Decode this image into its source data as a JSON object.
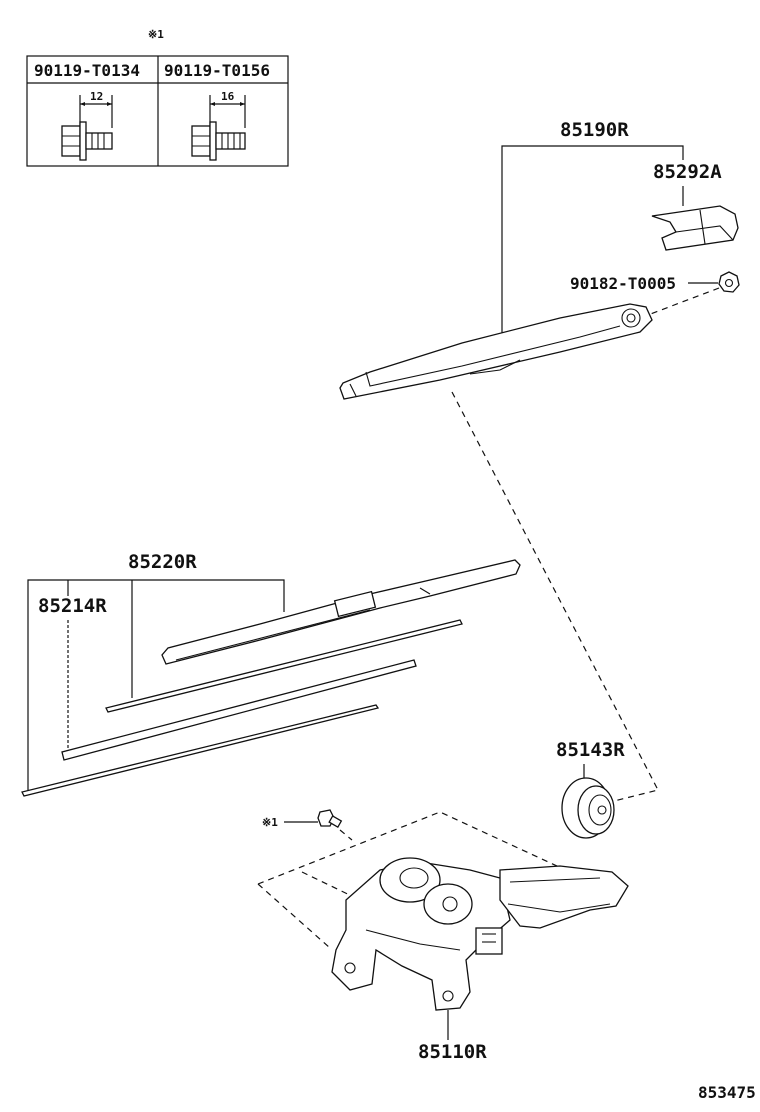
{
  "table": {
    "header_mark": "※1",
    "columns": [
      {
        "part_no": "90119-T0134",
        "dimension": "12"
      },
      {
        "part_no": "90119-T0156",
        "dimension": "16"
      }
    ]
  },
  "labels": {
    "arm": "85190R",
    "cap": "85292A",
    "nut": "90182-T0005",
    "blade": "85220R",
    "rubber": "85214R",
    "pivot_cover": "85143R",
    "bolt_mark": "※1",
    "motor": "85110R",
    "diagram_id": "853475"
  }
}
